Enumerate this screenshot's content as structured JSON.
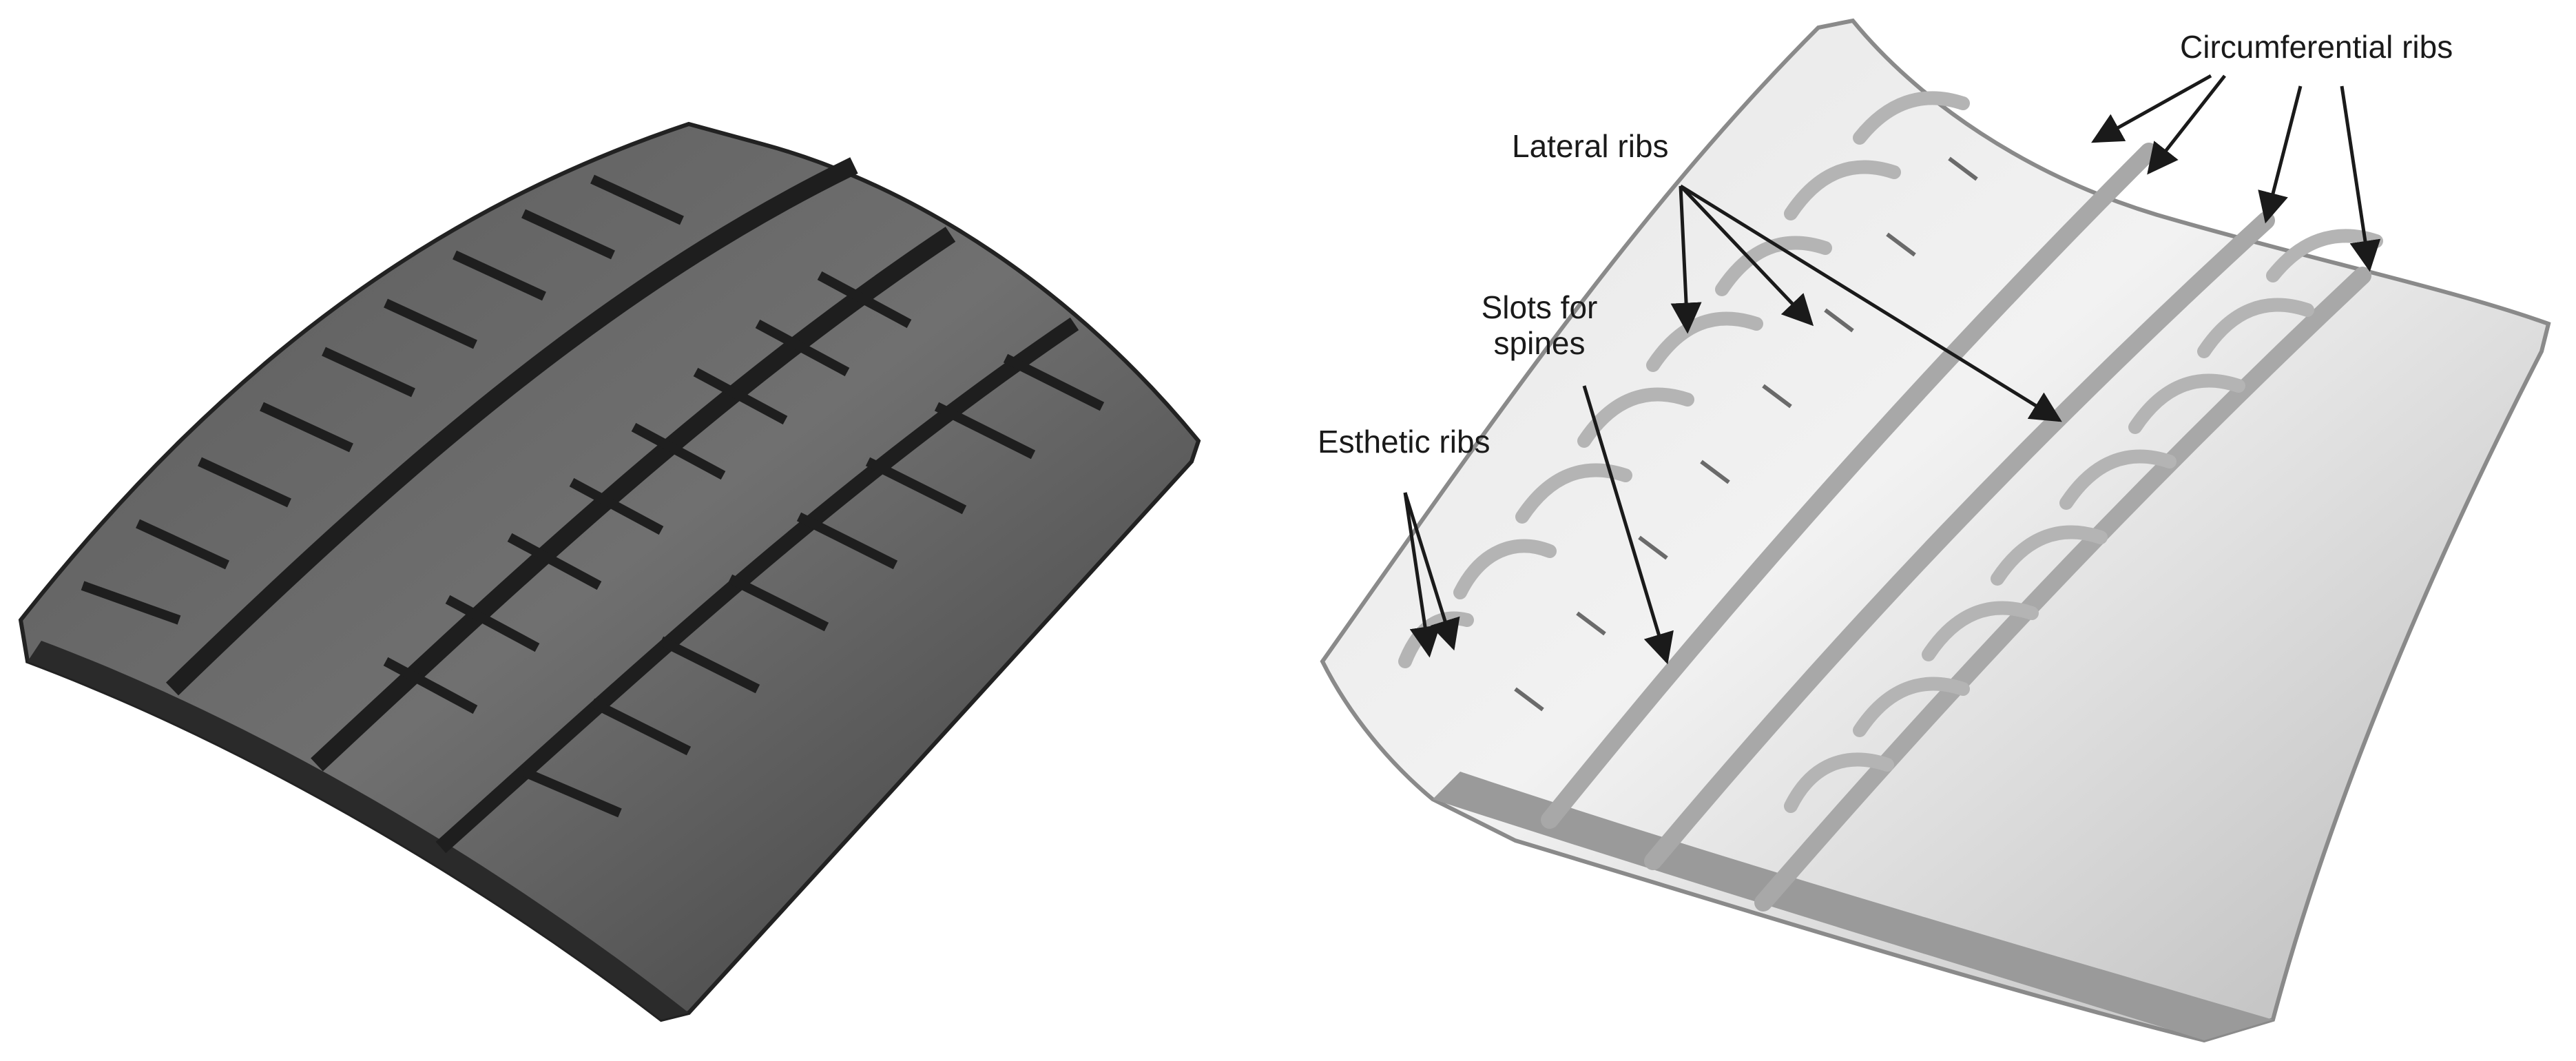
{
  "labels": {
    "circumferential": "Circumferential ribs",
    "lateral": "Lateral ribs",
    "slots_line1": "Slots for",
    "slots_line2": "spines",
    "esthetic": "Esthetic ribs"
  },
  "colors": {
    "tread_dark": "#4a4a4a",
    "tread_mid": "#6e6e6e",
    "groove": "#1e1e1e",
    "mold_light": "#dcdcdc",
    "mold_shadow": "#9a9a9a",
    "rib": "#c8c8c8",
    "arrow": "#1a1a1a"
  }
}
